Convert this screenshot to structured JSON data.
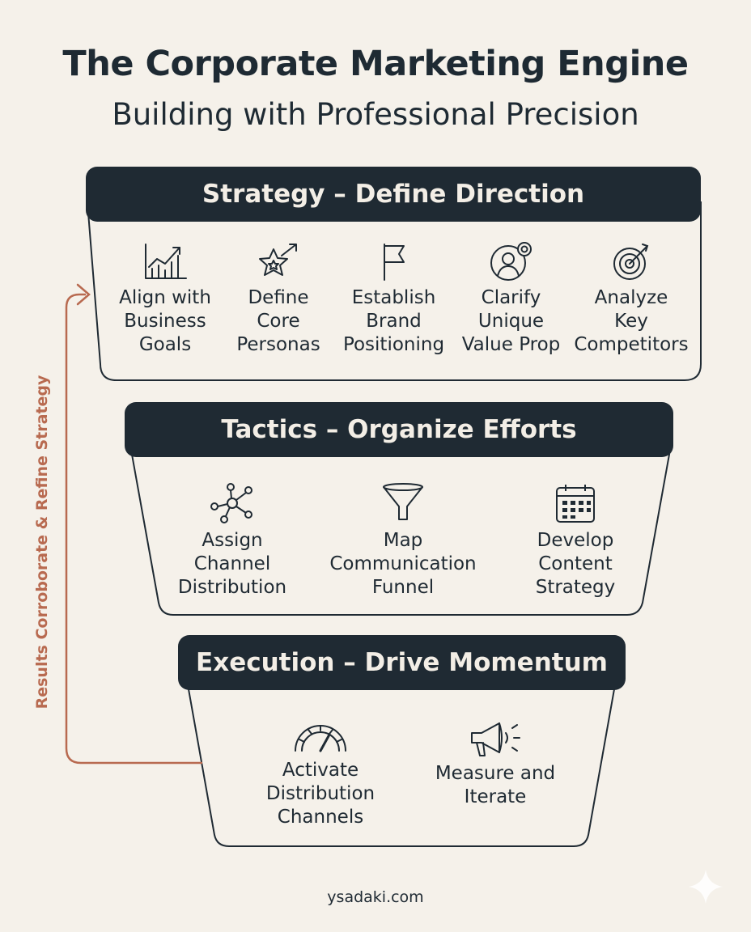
{
  "header": {
    "title": "The Corporate Marketing Engine",
    "subtitle": "Building with Professional Precision"
  },
  "tiers": [
    {
      "title": "Strategy – Define Direction",
      "items": [
        {
          "icon": "growth-chart-icon",
          "label": "Align with\nBusiness\nGoals"
        },
        {
          "icon": "star-arrow-icon",
          "label": "Define\nCore\nPersonas"
        },
        {
          "icon": "flag-icon",
          "label": "Establish\nBrand\nPositioning"
        },
        {
          "icon": "person-badge-icon",
          "label": "Clarify\nUnique\nValue Prop"
        },
        {
          "icon": "target-icon",
          "label": "Analyze\nKey\nCompetitors"
        }
      ]
    },
    {
      "title": "Tactics – Organize Efforts",
      "items": [
        {
          "icon": "network-icon",
          "label": "Assign\nChannel\nDistribution"
        },
        {
          "icon": "funnel-icon",
          "label": "Map\nCommunication\nFunnel"
        },
        {
          "icon": "calendar-icon",
          "label": "Develop\nContent\nStrategy"
        }
      ]
    },
    {
      "title": "Execution – Drive Momentum",
      "items": [
        {
          "icon": "gauge-icon",
          "label": "Activate\nDistribution\nChannels"
        },
        {
          "icon": "megaphone-icon",
          "label": "Measure and\nIterate"
        }
      ]
    }
  ],
  "feedback_loop": {
    "label": "Results Corroborate & Refine Strategy"
  },
  "footer": {
    "text": "ysadaki.com"
  },
  "colors": {
    "background": "#f5f1ea",
    "header_fill": "#1f2a33",
    "accent": "#b86a50"
  }
}
